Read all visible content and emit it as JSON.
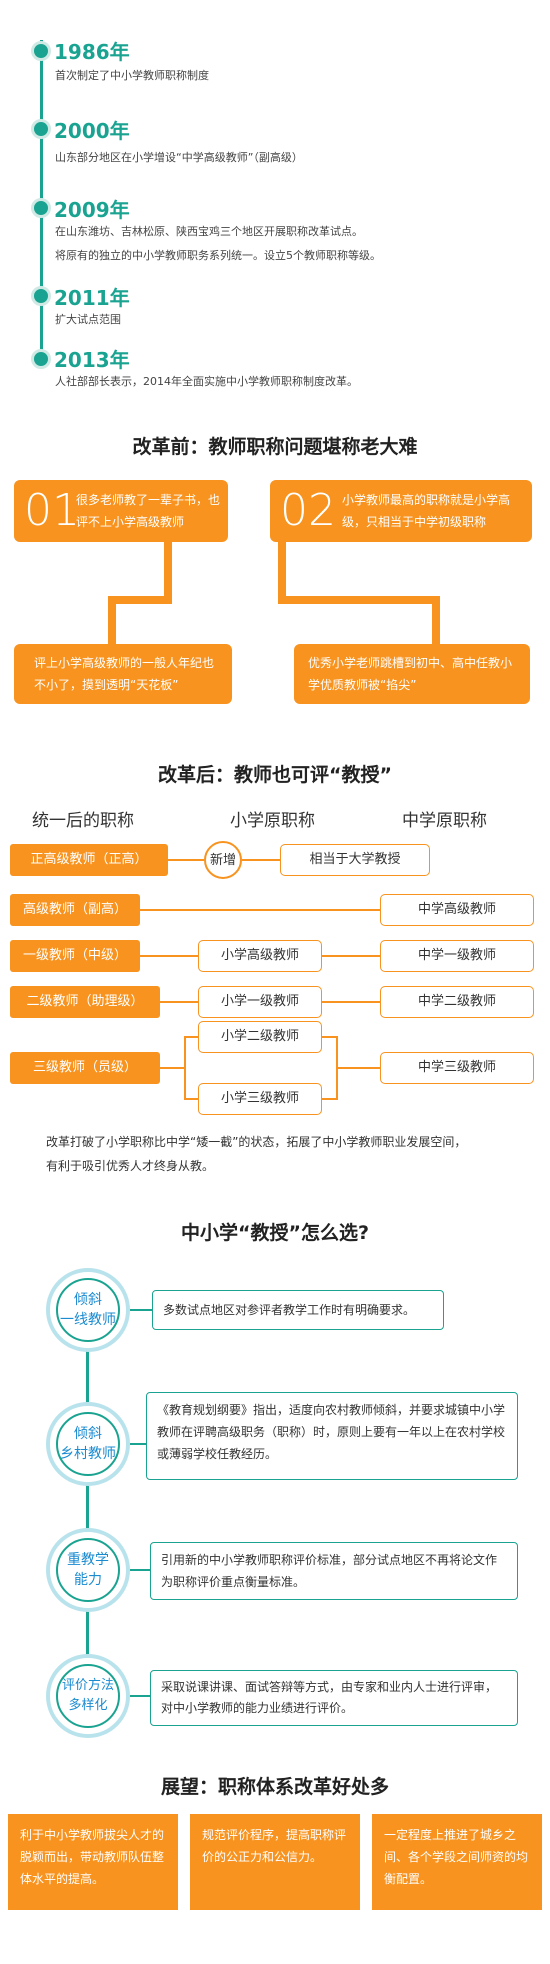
{
  "timeline": [
    {
      "year": "1986年",
      "text": "首次制定了中小学教师职称制度"
    },
    {
      "year": "2000年",
      "text": "山东部分地区在小学增设“中学高级教师”（副高级）"
    },
    {
      "year": "2009年",
      "text": "在山东潍坊、吉林松原、陕西宝鸡三个地区开展职称改革试点。",
      "text2": "将原有的独立的中小学教师职务系列统一。设立5个教师职称等级。"
    },
    {
      "year": "2011年",
      "text": "扩大试点范围"
    },
    {
      "year": "2013年",
      "text": "人社部部长表示，2014年全面实施中小学教师职称制度改革。"
    }
  ],
  "before": {
    "title": "改革前：教师职称问题堪称老大难",
    "box1": {
      "num": "01",
      "text": "很多老师教了一辈子书，也评不上小学高级教师"
    },
    "box2": {
      "num": "02",
      "text": "小学教师最高的职称就是小学高级，只相当于中学初级职称"
    },
    "box3": {
      "text": "评上小学高级教师的一般人年纪也不小了，摸到透明“天花板”"
    },
    "box4": {
      "text": "优秀小学老师跳槽到初中、高中任教小学优质教师被“掐尖”"
    }
  },
  "after": {
    "title": "改革后：教师也可评“教授”",
    "col1": "统一后的职称",
    "col2": "小学原职称",
    "col3": "中学原职称",
    "new_label": "新增",
    "equiv_label": "相当于大学教授",
    "rows": [
      {
        "title": "正高级教师（正高）"
      },
      {
        "title": "高级教师（副高）",
        "middle": "中学高级教师"
      },
      {
        "title": "一级教师（中级）",
        "primary": "小学高级教师",
        "middle": "中学一级教师"
      },
      {
        "title": "二级教师（助理级）",
        "primary": "小学一级教师",
        "middle": "中学二级教师"
      },
      {
        "title": "三级教师（员级）",
        "primary": "小学二级教师",
        "primary2": "小学三级教师",
        "middle": "中学三级教师"
      }
    ],
    "summary1": "改革打破了小学职称比中学“矮一截”的状态，拓展了中小学教师职业发展空间，",
    "summary2": "有利于吸引优秀人才终身从教。"
  },
  "choose": {
    "title": "中小学“教授”怎么选?",
    "items": [
      {
        "l1": "倾斜",
        "l2": "一线教师",
        "text": "多数试点地区对参评者教学工作时有明确要求。"
      },
      {
        "l1": "倾斜",
        "l2": "乡村教师",
        "text": "《教育规划纲要》指出，适度向农村教师倾斜，并要求城镇中小学教师在评聘高级职务（职称）时，原则上要有一年以上在农村学校或薄弱学校任教经历。"
      },
      {
        "l1": "重教学",
        "l2": "能力",
        "text": "引用新的中小学教师职称评价标准，部分试点地区不再将论文作为职称评价重点衡量标准。"
      },
      {
        "l1": "评价方法",
        "l2": "多样化",
        "text": "采取说课讲课、面试答辩等方式，由专家和业内人士进行评审，对中小学教师的能力业绩进行评价。"
      }
    ]
  },
  "outlook": {
    "title": "展望：职称体系改革好处多",
    "items": [
      "利于中小学教师拔尖人才的脱颖而出，带动教师队伍整体水平的提高。",
      "规范评价程序，提高职称评价的公正力和公信力。",
      "一定程度上推进了城乡之间、各个学段之间师资的均衡配置。"
    ]
  },
  "colors": {
    "teal": "#1aa391",
    "orange": "#f7931e",
    "blue": "#1b8bd0"
  }
}
